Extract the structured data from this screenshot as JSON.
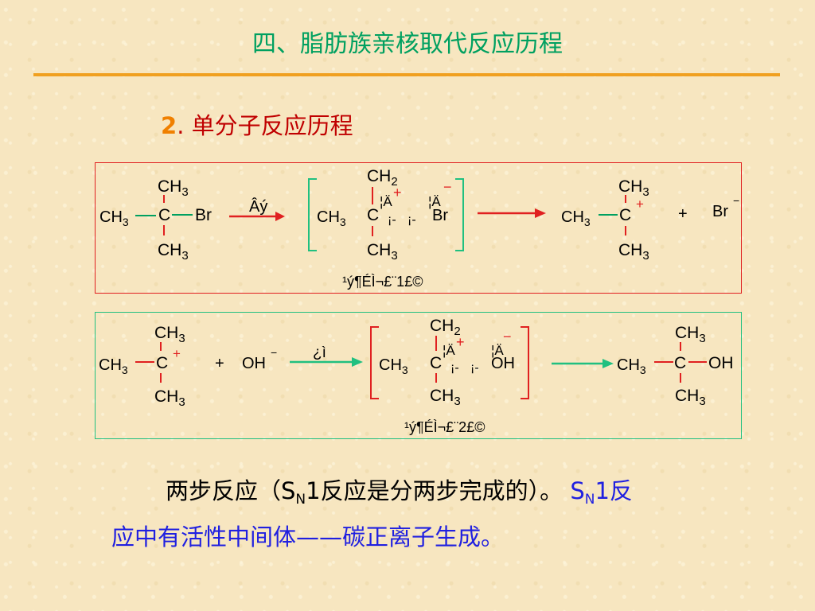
{
  "slide": {
    "title": "四、脂肪族亲核取代反应历程",
    "subtitle_number": "2",
    "subtitle_text": ".  单分子反应历程"
  },
  "colors": {
    "title": "#00a060",
    "rule": "#f0a020",
    "subtitle_number": "#f08000",
    "subtitle_text": "#c00000",
    "box1_border": "#e02020",
    "box2_border": "#20c080",
    "arrow1": "#e02020",
    "arrow2": "#20c080",
    "bond": "#e02020",
    "charge": "#e02020",
    "highlight_text": "#2020e0"
  },
  "step1": {
    "reactant": {
      "top": "CH",
      "top_sub": "3",
      "left": "CH",
      "left_sub": "3",
      "center": "C",
      "right": "Br",
      "bottom": "CH",
      "bottom_sub": "3"
    },
    "arrow_label": "Âý",
    "ts": {
      "top": "CH",
      "top_sub": "2",
      "left": "CH",
      "left_sub": "3",
      "center": "C",
      "bottom": "CH",
      "bottom_sub": "3",
      "garble_a": "¦Ä",
      "garble_b": "¦Ä",
      "garble_c": "¡-",
      "garble_d": "¡-",
      "leaving": "Br",
      "plus": "+",
      "minus": "−"
    },
    "product": {
      "top": "CH",
      "top_sub": "3",
      "left": "CH",
      "left_sub": "3",
      "center": "C",
      "bottom": "CH",
      "bottom_sub": "3",
      "plus": "+"
    },
    "plus_sign": "+",
    "ion": "Br",
    "ion_charge": "−",
    "caption": "¹ý¶ÉÌ¬£¨1£©"
  },
  "step2": {
    "cation": {
      "top": "CH",
      "top_sub": "3",
      "left": "CH",
      "left_sub": "3",
      "center": "C",
      "bottom": "CH",
      "bottom_sub": "3",
      "plus": "+"
    },
    "plus_sign": "+",
    "nucleophile": "OH",
    "nucleophile_charge": "−",
    "arrow_label": "¿ì",
    "ts": {
      "top": "CH",
      "top_sub": "2",
      "left": "CH",
      "left_sub": "3",
      "center": "C",
      "bottom": "CH",
      "bottom_sub": "3",
      "garble_a": "¦Ä",
      "garble_b": "¦Ä",
      "garble_c": "¡-",
      "garble_d": "¡-",
      "incoming": "OH",
      "plus": "+",
      "minus": "−"
    },
    "product": {
      "top": "CH",
      "top_sub": "3",
      "left": "CH",
      "left_sub": "3",
      "center": "C",
      "right": "OH",
      "bottom": "CH",
      "bottom_sub": "3"
    },
    "caption": "¹ý¶ÉÌ¬£¨2£©"
  },
  "text": {
    "line1_a": "两步反应（S",
    "line1_sub": "N",
    "line1_b": "1反应是分两步完成的）。 ",
    "line1_c": "S",
    "line1_c_sub": "N",
    "line1_d": "1反",
    "line2": "应中有活性中间体——碳正离子生成。"
  }
}
